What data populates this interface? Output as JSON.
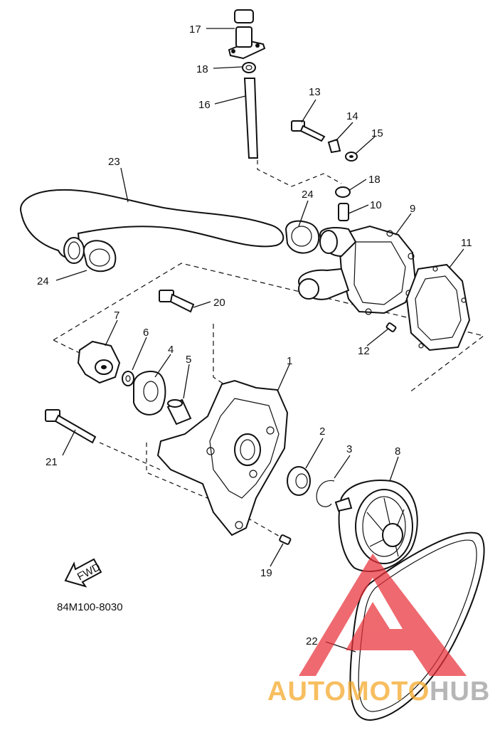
{
  "diagram": {
    "part_code": "84M100-8030",
    "fwd_label": "FWD",
    "callouts": [
      {
        "id": "c1",
        "label": "1"
      },
      {
        "id": "c2",
        "label": "2"
      },
      {
        "id": "c3",
        "label": "3"
      },
      {
        "id": "c4",
        "label": "4"
      },
      {
        "id": "c5",
        "label": "5"
      },
      {
        "id": "c6",
        "label": "6"
      },
      {
        "id": "c7",
        "label": "7"
      },
      {
        "id": "c8",
        "label": "8"
      },
      {
        "id": "c9",
        "label": "9"
      },
      {
        "id": "c10",
        "label": "10"
      },
      {
        "id": "c11",
        "label": "11"
      },
      {
        "id": "c12",
        "label": "12"
      },
      {
        "id": "c13",
        "label": "13"
      },
      {
        "id": "c14",
        "label": "14"
      },
      {
        "id": "c15",
        "label": "15"
      },
      {
        "id": "c16",
        "label": "16"
      },
      {
        "id": "c17",
        "label": "17"
      },
      {
        "id": "c18a",
        "label": "18"
      },
      {
        "id": "c18b",
        "label": "18"
      },
      {
        "id": "c19",
        "label": "19"
      },
      {
        "id": "c20",
        "label": "20"
      },
      {
        "id": "c21",
        "label": "21"
      },
      {
        "id": "c22",
        "label": "22"
      },
      {
        "id": "c23",
        "label": "23"
      },
      {
        "id": "c24a",
        "label": "24"
      },
      {
        "id": "c24b",
        "label": "24"
      }
    ]
  },
  "watermark": {
    "text_orange": "AUTOMOTO",
    "text_gray": "HUB",
    "color_red": "#e8323a",
    "color_orange": "#f5a623",
    "color_gray": "#9a9a9a"
  }
}
